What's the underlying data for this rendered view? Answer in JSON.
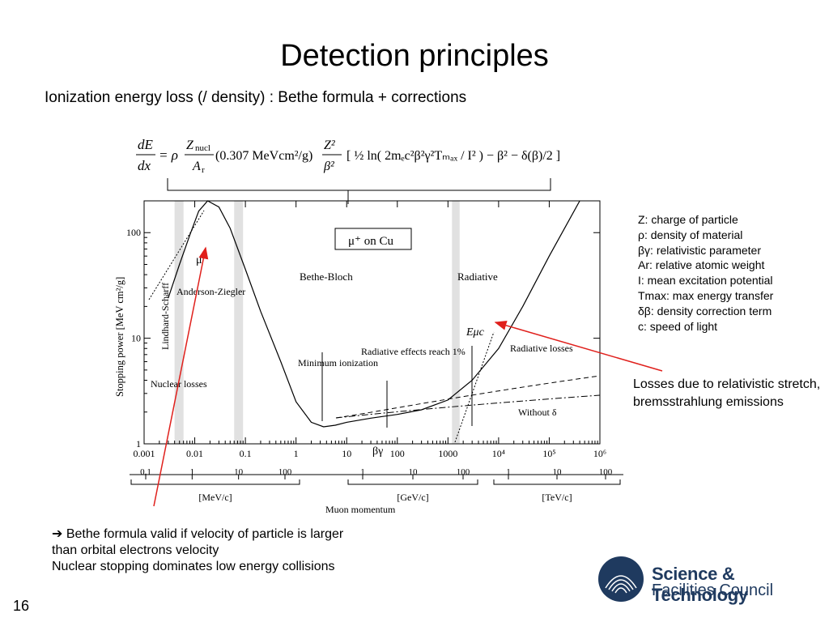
{
  "slide": {
    "title": "Detection principles",
    "subtitle": "Ionization energy loss (/ density) : Bethe formula + corrections",
    "page_number": "16"
  },
  "formula": {
    "lhs_num": "dE",
    "lhs_den": "dx",
    "eq": "= ρ",
    "z_num": "Z",
    "z_sub": "nucl",
    "a_den": "A",
    "a_sub": "r",
    "constant": "(0.307 MeVcm²/g)",
    "z2": "Z²",
    "beta2": "β²",
    "bracket_body": "[ ½ ln( 2mₑc²β²γ²Tₘₐₓ / I² ) − β² − δ(β)/2 ]"
  },
  "legend": [
    "Z: charge of particle",
    "ρ: density of material",
    "βγ: relativistic parameter",
    "Ar: relative atomic weight",
    "I: mean excitation potential",
    "Tmax: max energy transfer",
    "δβ: density correction term",
    "c: speed of light"
  ],
  "losses_note": "Losses due to relativistic stretch, bremsstrahlung emissions",
  "bottom_note": {
    "line1": "➔ Bethe formula valid if velocity of particle is larger",
    "line2": "than orbital electrons velocity",
    "line3": "Nuclear stopping dominates low energy collisions"
  },
  "logo": {
    "line1": "Science & Technology",
    "line2": "Facilities Council"
  },
  "colors": {
    "arrow": "#e0201c",
    "curve": "#000000",
    "band": "#c8c8c8",
    "logo": "#1f3a5f"
  },
  "chart_data": {
    "type": "line",
    "box_label": "μ⁺ on Cu",
    "ylabel": "Stopping power [MeV cm²/g]",
    "xlabel": "βγ",
    "xscale": "log",
    "yscale": "log",
    "xlim": [
      0.001,
      1000000
    ],
    "ylim": [
      1,
      200
    ],
    "x_ticks": [
      "0.001",
      "0.01",
      "0.1",
      "1",
      "10",
      "100",
      "1000",
      "10⁴",
      "10⁵",
      "10⁶"
    ],
    "y_ticks": [
      "1",
      "10",
      "100"
    ],
    "regions": [
      "Bethe-Bloch",
      "Radiative",
      "Anderson-Ziegler",
      "Lindhard-Scharff"
    ],
    "annotations": [
      "Nuclear losses",
      "Minimum ionization",
      "Radiative effects reach 1%",
      "Radiative losses",
      "Without δ",
      "Eμc",
      "μ⁻"
    ],
    "series": [
      {
        "x": [
          0.003,
          0.005,
          0.008,
          0.012,
          0.018,
          0.03,
          0.05,
          0.1,
          0.2,
          0.5,
          1,
          2,
          3.5,
          6,
          10,
          30,
          100,
          300,
          1000,
          3000,
          10000,
          30000,
          100000,
          400000
        ],
        "y": [
          24,
          50,
          95,
          160,
          200,
          175,
          110,
          45,
          18,
          6,
          2.5,
          1.6,
          1.45,
          1.5,
          1.6,
          1.75,
          1.9,
          2.1,
          2.6,
          4,
          8,
          20,
          60,
          200
        ]
      }
    ],
    "momentum_axes": [
      {
        "label": "[MeV/c]",
        "ticks": [
          "0.1",
          "1",
          "10",
          "100"
        ]
      },
      {
        "label": "[GeV/c]",
        "ticks": [
          "1",
          "10",
          "100"
        ]
      },
      {
        "label": "[TeV/c]",
        "ticks": [
          "1",
          "10",
          "100"
        ]
      }
    ],
    "momentum_title": "Muon momentum"
  }
}
